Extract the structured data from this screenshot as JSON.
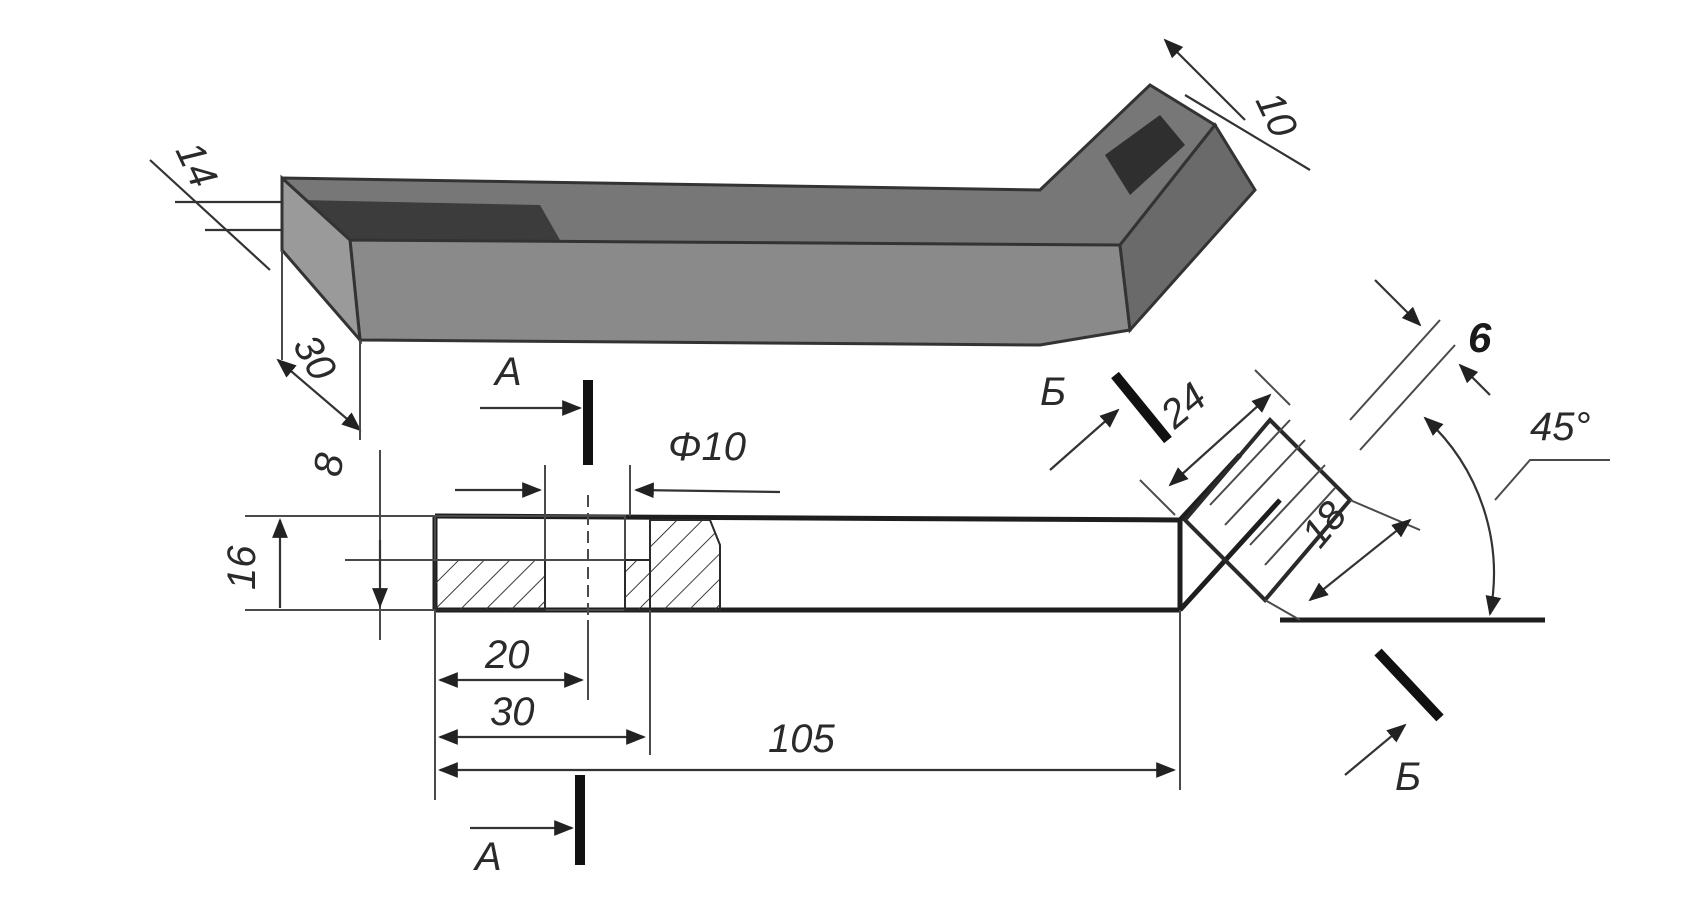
{
  "dimensions": {
    "d14": "14",
    "d10": "10",
    "d30_side": "30",
    "d8": "8",
    "d16": "16",
    "phi10": "Φ10",
    "d20": "20",
    "d30": "30",
    "d105": "105",
    "d24": "24",
    "d6": "6",
    "d18": "18",
    "angle": "45°"
  },
  "sections": {
    "a_top": "А",
    "a_bottom": "А",
    "b_top": "Б",
    "b_bottom": "Б"
  },
  "colors": {
    "part_top": "#6d6d6d",
    "part_front": "#808080",
    "part_dark": "#3a3a3a",
    "line": "#2a2a2a"
  }
}
